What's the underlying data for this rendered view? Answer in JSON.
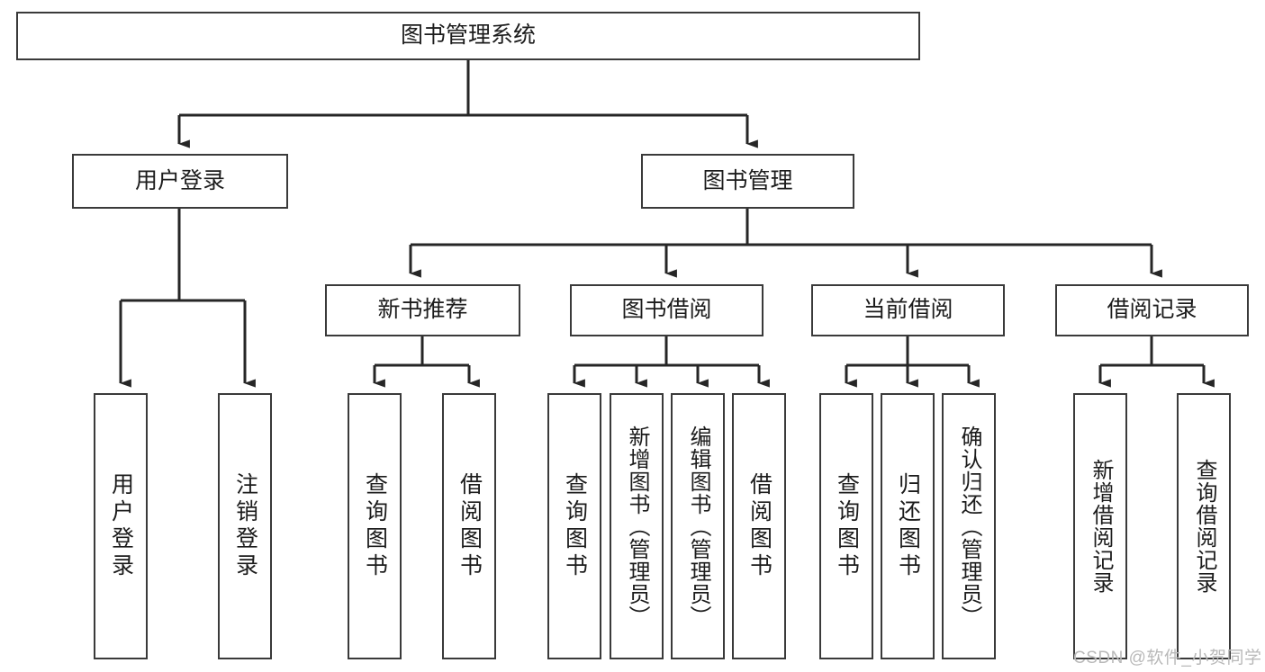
{
  "diagram": {
    "title": "图书管理系统",
    "type": "tree-hierarchy",
    "watermark": "CSDN @软件_小贺同学",
    "colors": {
      "box_border": "#3a3a3a",
      "box_fill": "#ffffff",
      "edge": "#262626",
      "text": "#1c1c1c",
      "watermark": "#b9b9b9",
      "background": "#ffffff"
    },
    "levels": {
      "level0": [
        {
          "id": "root",
          "label": "图书管理系统",
          "orientation": "horizontal"
        }
      ],
      "level1": [
        {
          "id": "user-login",
          "label": "用户登录",
          "orientation": "horizontal"
        },
        {
          "id": "book-manage",
          "label": "图书管理",
          "orientation": "horizontal"
        }
      ],
      "level2": [
        {
          "id": "new-book-rec",
          "label": "新书推荐",
          "orientation": "horizontal",
          "parent": "book-manage"
        },
        {
          "id": "book-borrow",
          "label": "图书借阅",
          "orientation": "horizontal",
          "parent": "book-manage"
        },
        {
          "id": "current-borrow",
          "label": "当前借阅",
          "orientation": "horizontal",
          "parent": "book-manage"
        },
        {
          "id": "borrow-record",
          "label": "借阅记录",
          "orientation": "horizontal",
          "parent": "book-manage"
        }
      ],
      "level3": [
        {
          "id": "leaf-user-login",
          "label": "用户登录",
          "orientation": "vertical",
          "parent": "user-login"
        },
        {
          "id": "leaf-logout",
          "label": "注销登录",
          "orientation": "vertical",
          "parent": "user-login"
        },
        {
          "id": "leaf-query-book-1",
          "label": "查询图书",
          "orientation": "vertical",
          "parent": "new-book-rec"
        },
        {
          "id": "leaf-borrow-book-1",
          "label": "借阅图书",
          "orientation": "vertical",
          "parent": "new-book-rec"
        },
        {
          "id": "leaf-query-book-2",
          "label": "查询图书",
          "orientation": "vertical",
          "parent": "book-borrow"
        },
        {
          "id": "leaf-add-book",
          "label": "新增图书（管理员）",
          "orientation": "vertical",
          "parent": "book-borrow"
        },
        {
          "id": "leaf-edit-book",
          "label": "编辑图书（管理员）",
          "orientation": "vertical",
          "parent": "book-borrow"
        },
        {
          "id": "leaf-borrow-book-2",
          "label": "借阅图书",
          "orientation": "vertical",
          "parent": "book-borrow"
        },
        {
          "id": "leaf-query-book-3",
          "label": "查询图书",
          "orientation": "vertical",
          "parent": "current-borrow"
        },
        {
          "id": "leaf-return-book",
          "label": "归还图书",
          "orientation": "vertical",
          "parent": "current-borrow"
        },
        {
          "id": "leaf-confirm-return",
          "label": "确认归还（管理员）",
          "orientation": "vertical",
          "parent": "current-borrow"
        },
        {
          "id": "leaf-add-record",
          "label": "新增借阅记录",
          "orientation": "vertical",
          "parent": "borrow-record"
        },
        {
          "id": "leaf-query-record",
          "label": "查询借阅记录",
          "orientation": "vertical",
          "parent": "borrow-record"
        }
      ]
    }
  }
}
